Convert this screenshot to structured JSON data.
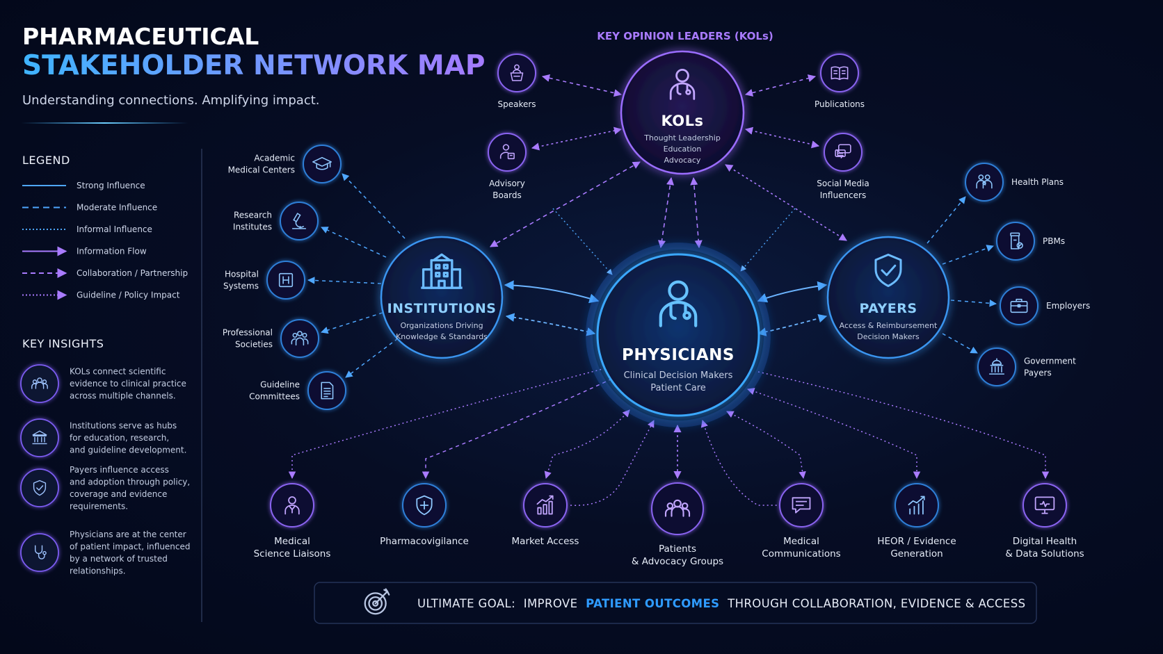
{
  "header": {
    "title_line1": "PHARMACEUTICAL",
    "title_line2": "STAKEHOLDER NETWORK MAP",
    "tagline": "Understanding connections. Amplifying impact."
  },
  "legend": {
    "title": "LEGEND",
    "items": [
      {
        "label": "Strong Influence",
        "style": "solid",
        "color": "#4fa7ff"
      },
      {
        "label": "Moderate Influence",
        "style": "dashed",
        "color": "#4fa7ff"
      },
      {
        "label": "Informal Influence",
        "style": "dotted",
        "color": "#4fa7ff"
      },
      {
        "label": "Information Flow",
        "style": "solid-arrow",
        "color": "#a97bff"
      },
      {
        "label": "Collaboration / Partnership",
        "style": "dashed-arrow",
        "color": "#a97bff"
      },
      {
        "label": "Guideline / Policy Impact",
        "style": "dotted-arrow",
        "color": "#a97bff"
      }
    ]
  },
  "insights": {
    "title": "KEY INSIGHTS",
    "items": [
      {
        "icon": "group-icon",
        "lines": [
          "KOLs connect scientific",
          "evidence to clinical practice",
          "across multiple channels."
        ]
      },
      {
        "icon": "institution-icon",
        "lines": [
          "Institutions serve as hubs",
          "for education, research,",
          "and guideline development."
        ]
      },
      {
        "icon": "shield-check-icon",
        "lines": [
          "Payers influence access",
          "and adoption through policy,",
          "coverage and evidence",
          "requirements."
        ]
      },
      {
        "icon": "stethoscope-icon",
        "lines": [
          "Physicians are at the center",
          "of patient impact, influenced",
          "by a network of trusted",
          "relationships."
        ]
      }
    ]
  },
  "hubs": {
    "kols": {
      "section_label": "KEY OPINION LEADERS (KOLs)",
      "title": "KOLs",
      "sub": [
        "Thought Leadership",
        "Education",
        "Advocacy"
      ]
    },
    "physicians": {
      "title": "PHYSICIANS",
      "sub": [
        "Clinical Decision Makers",
        "Patient Care"
      ]
    },
    "institutions": {
      "title": "INSTITUTIONS",
      "sub": [
        "Organizations Driving",
        "Knowledge & Standards"
      ]
    },
    "payers": {
      "title": "PAYERS",
      "sub": [
        "Access & Reimbursement",
        "Decision Makers"
      ]
    }
  },
  "kol_nodes": [
    {
      "label": [
        "Speakers"
      ],
      "icon": "podium-icon"
    },
    {
      "label": [
        "Advisory",
        "Boards"
      ],
      "icon": "advisor-icon"
    },
    {
      "label": [
        "Publications"
      ],
      "icon": "book-icon"
    },
    {
      "label": [
        "Social Media",
        "Influencers"
      ],
      "icon": "chat-icon"
    }
  ],
  "institution_nodes": [
    {
      "label": [
        "Academic",
        "Medical Centers"
      ],
      "icon": "graduation-cap-icon"
    },
    {
      "label": [
        "Research",
        "Institutes"
      ],
      "icon": "microscope-icon"
    },
    {
      "label": [
        "Hospital",
        "Systems"
      ],
      "icon": "hospital-icon"
    },
    {
      "label": [
        "Professional",
        "Societies"
      ],
      "icon": "people-icon"
    },
    {
      "label": [
        "Guideline",
        "Committees"
      ],
      "icon": "document-icon"
    }
  ],
  "payer_nodes": [
    {
      "label": [
        "Health Plans"
      ],
      "icon": "family-icon"
    },
    {
      "label": [
        "PBMs"
      ],
      "icon": "pill-bottle-icon"
    },
    {
      "label": [
        "Employers"
      ],
      "icon": "briefcase-icon"
    },
    {
      "label": [
        "Government",
        "Payers"
      ],
      "icon": "capitol-icon"
    }
  ],
  "bottom_nodes": [
    {
      "label": [
        "Medical",
        "Science Liaisons"
      ],
      "icon": "liaison-icon"
    },
    {
      "label": [
        "Pharmacovigilance"
      ],
      "icon": "shield-plus-icon"
    },
    {
      "label": [
        "Market Access"
      ],
      "icon": "bar-chart-icon"
    },
    {
      "label": [
        "Patients",
        "& Advocacy Groups"
      ],
      "icon": "group-icon"
    },
    {
      "label": [
        "Medical",
        "Communications"
      ],
      "icon": "message-icon"
    },
    {
      "label": [
        "HEOR / Evidence",
        "Generation"
      ],
      "icon": "trend-chart-icon"
    },
    {
      "label": [
        "Digital Health",
        "& Data Solutions"
      ],
      "icon": "monitor-icon"
    }
  ],
  "goal": {
    "prefix": "ULTIMATE GOAL:",
    "part1": "IMPROVE",
    "highlight": "PATIENT OUTCOMES",
    "part2": "THROUGH COLLABORATION, EVIDENCE & ACCESS"
  },
  "colors": {
    "blue": "#4fa7ff",
    "purple": "#a97bff",
    "highlight": "#2f9bff",
    "title_gradient_start": "#3fb4ff",
    "title_gradient_end": "#a57bff"
  }
}
